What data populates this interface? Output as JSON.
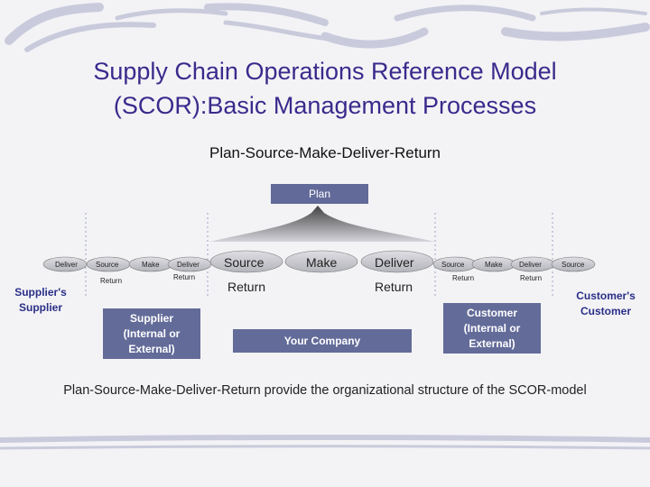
{
  "slide": {
    "title_line1": "Supply Chain Operations Reference Model",
    "title_line2": "(SCOR):Basic Management Processes",
    "subtitle": "Plan-Source-Make-Deliver-Return",
    "caption": "Plan-Source-Make-Deliver-Return provide the organizational structure of the SCOR-model"
  },
  "diagram": {
    "plan_label": "Plan",
    "suppliers_supplier": {
      "line1": "Supplier's",
      "line2": "Supplier",
      "process": "Deliver"
    },
    "supplier": {
      "processes": [
        "Source",
        "Make",
        "Deliver"
      ],
      "return_left": "Return",
      "return_right": "Return",
      "label": [
        "Supplier",
        "(Internal or",
        "External)"
      ]
    },
    "company": {
      "processes": [
        "Source",
        "Make",
        "Deliver"
      ],
      "return_left": "Return",
      "return_right": "Return",
      "label": "Your Company"
    },
    "customer": {
      "processes": [
        "Source",
        "Make",
        "Deliver"
      ],
      "return_left": "Return",
      "return_right": "Return",
      "label": [
        "Customer",
        "(Internal or",
        "External)"
      ]
    },
    "customers_customer": {
      "line1": "Customer's",
      "line2": "Customer",
      "process": "Source"
    }
  },
  "colors": {
    "title": "#3a2a8c",
    "box_fill": "#636b99",
    "ellipse_fill": "#c6c6cc",
    "side_label": "#2a2f86"
  }
}
